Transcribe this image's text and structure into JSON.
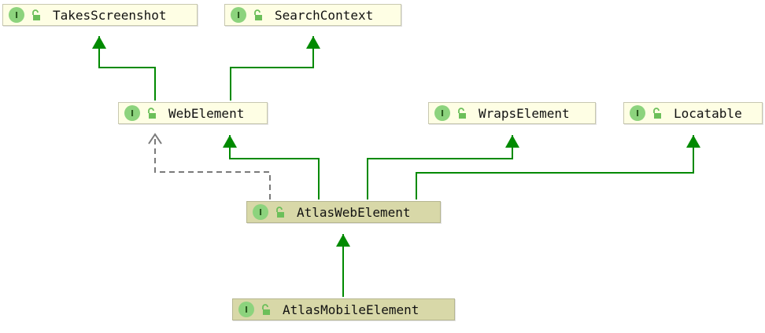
{
  "nodes": {
    "takes_screenshot": {
      "label": "TakesScreenshot",
      "badge": "I"
    },
    "search_context": {
      "label": "SearchContext",
      "badge": "I"
    },
    "web_element": {
      "label": "WebElement",
      "badge": "I"
    },
    "wraps_element": {
      "label": "WrapsElement",
      "badge": "I"
    },
    "locatable": {
      "label": "Locatable",
      "badge": "I"
    },
    "atlas_web_element": {
      "label": "AtlasWebElement",
      "badge": "I"
    },
    "atlas_mobile_element": {
      "label": "AtlasMobileElement",
      "badge": "I"
    }
  },
  "edges": [
    {
      "from": "web_element",
      "to": "takes_screenshot",
      "kind": "extends"
    },
    {
      "from": "web_element",
      "to": "search_context",
      "kind": "extends"
    },
    {
      "from": "atlas_web_element",
      "to": "web_element",
      "kind": "extends"
    },
    {
      "from": "atlas_web_element",
      "to": "web_element",
      "kind": "dependency"
    },
    {
      "from": "atlas_web_element",
      "to": "wraps_element",
      "kind": "extends"
    },
    {
      "from": "atlas_web_element",
      "to": "locatable",
      "kind": "extends"
    },
    {
      "from": "atlas_mobile_element",
      "to": "atlas_web_element",
      "kind": "extends"
    }
  ],
  "colors": {
    "inheritance_arrow": "#008a00",
    "dependency_arrow": "#7a7a7a",
    "node_fill": "#fefee4",
    "selected_fill": "#d8d8a8",
    "interface_badge": "#8cd37d",
    "lock_icon": "#6cbf5a"
  },
  "icons": {
    "interface": "interface-badge-icon",
    "visibility": "open-lock-icon"
  },
  "selected_node": "atlas_web_element"
}
